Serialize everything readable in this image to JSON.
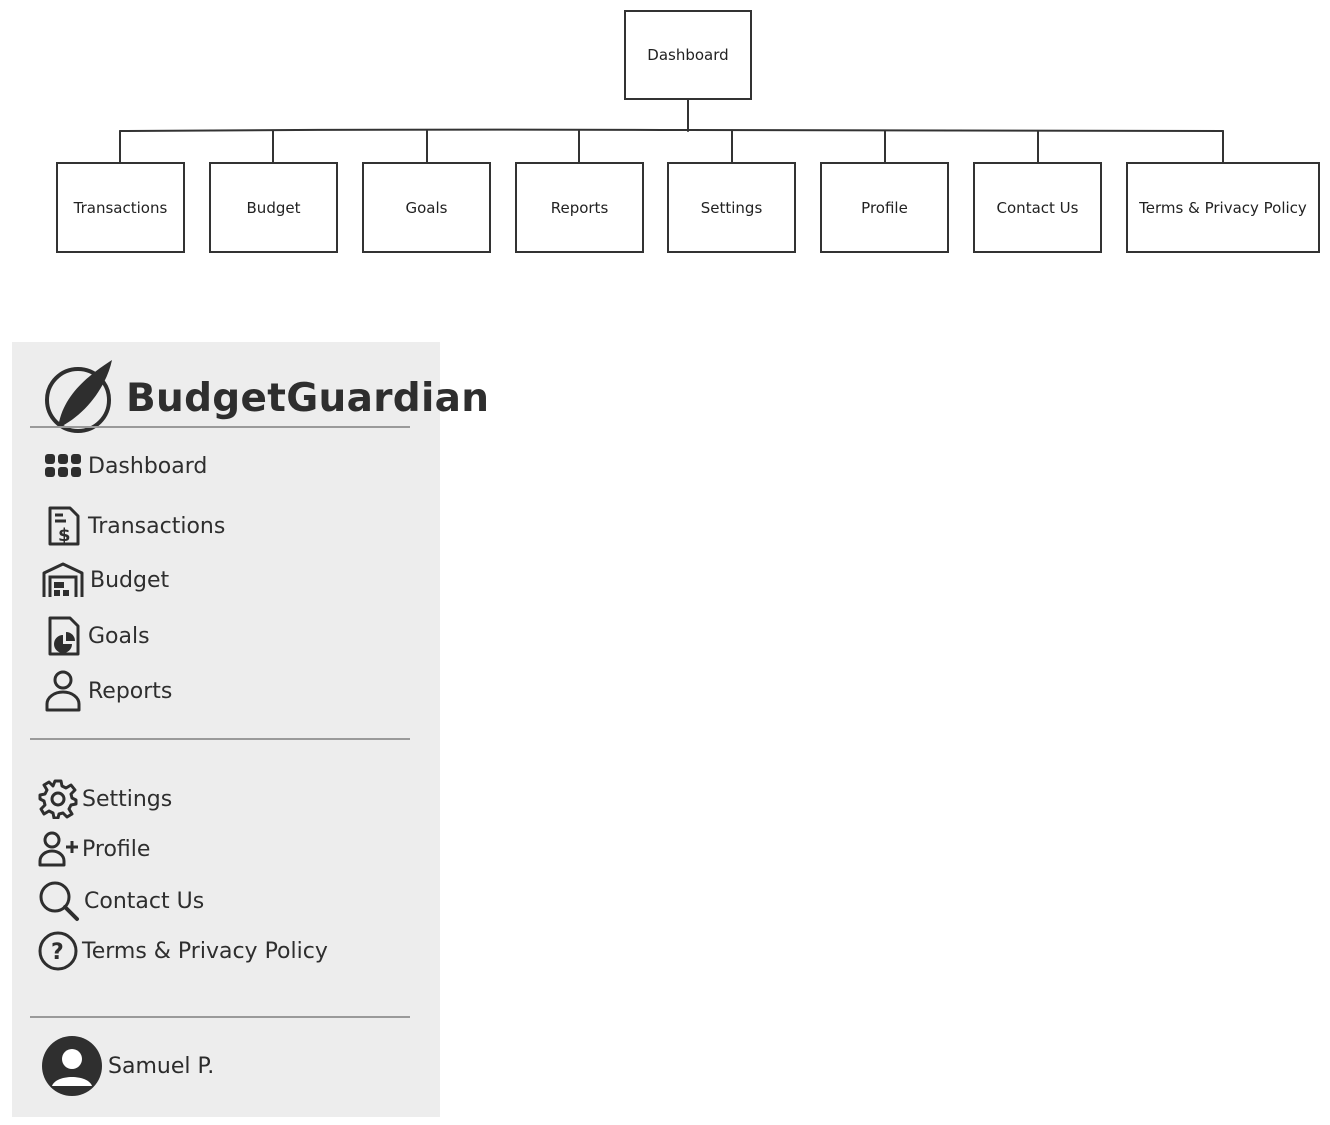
{
  "sitemap": {
    "root": "Dashboard",
    "children": [
      "Transactions",
      "Budget",
      "Goals",
      "Reports",
      "Settings",
      "Profile",
      "Contact Us",
      "Terms & Privacy Policy"
    ]
  },
  "sidebar": {
    "brand": "BudgetGuardian",
    "primary_items": [
      {
        "label": "Dashboard",
        "icon": "grid-icon"
      },
      {
        "label": "Transactions",
        "icon": "receipt-dollar-icon"
      },
      {
        "label": "Budget",
        "icon": "warehouse-icon"
      },
      {
        "label": "Goals",
        "icon": "pie-document-icon"
      },
      {
        "label": "Reports",
        "icon": "user-icon"
      }
    ],
    "secondary_items": [
      {
        "label": "Settings",
        "icon": "gear-icon"
      },
      {
        "label": "Profile",
        "icon": "user-add-icon"
      },
      {
        "label": "Contact Us",
        "icon": "search-icon"
      },
      {
        "label": "Terms & Privacy Policy",
        "icon": "help-circle-icon"
      }
    ],
    "user": {
      "name": "Samuel P."
    }
  },
  "colors": {
    "sidebar_bg": "#ededed",
    "ink": "#2e2e2e",
    "divider": "#9a9a9a"
  }
}
